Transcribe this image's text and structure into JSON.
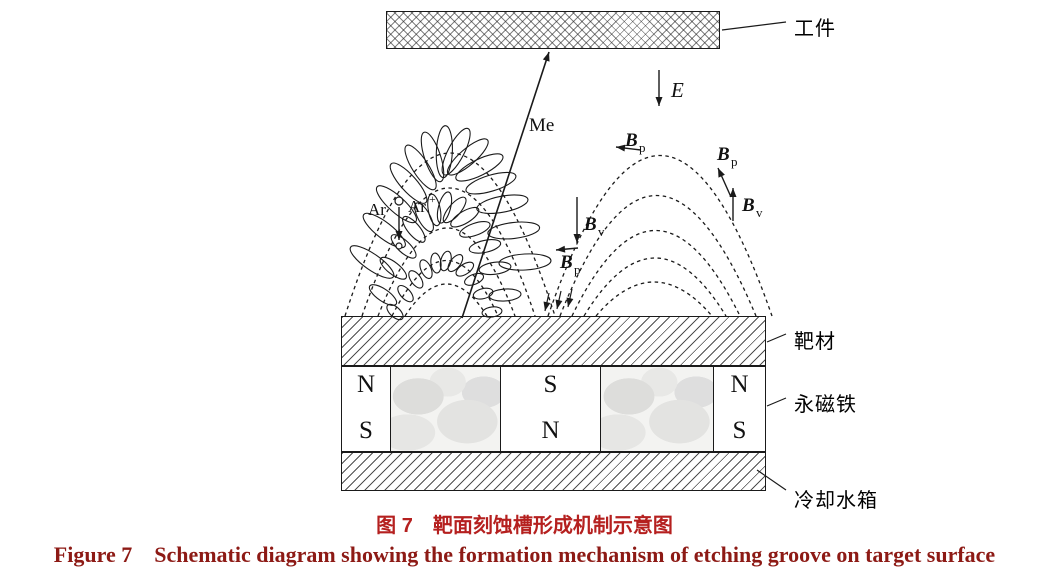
{
  "diagram": {
    "labels": {
      "workpiece": "工件",
      "target": "靶材",
      "magnet": "永磁铁",
      "water_tank": "冷却水箱",
      "me": "Me",
      "e_field": "E",
      "ar": "Ar",
      "ar_ion_base": "Ar",
      "ar_ion_sup": "+",
      "b": "B",
      "sub_p": "p",
      "sub_v": "v"
    },
    "magnets": [
      {
        "top": "N",
        "bottom": "S"
      },
      {
        "top": "S",
        "bottom": "N"
      },
      {
        "top": "N",
        "bottom": "S"
      }
    ]
  },
  "caption": {
    "zh": "图 7　靶面刻蚀槽形成机制示意图",
    "en": "Figure 7　Schematic diagram showing the formation mechanism of etching groove on target surface"
  },
  "colors": {
    "line": "#1a1a1a",
    "caption_zh": "#b5201f",
    "caption_en": "#8d1a15"
  }
}
